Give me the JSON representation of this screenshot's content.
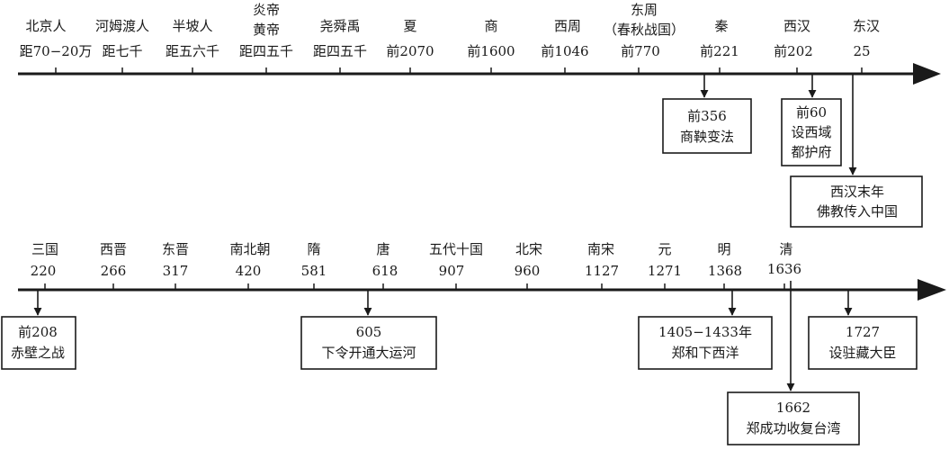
{
  "timeline1": {
    "ticks": [
      {
        "name": "北京人",
        "date": "距70−20万"
      },
      {
        "name": "河姆渡人",
        "date": "距七千"
      },
      {
        "name": "半坡人",
        "date": "距五六千"
      },
      {
        "name": "炎帝",
        "name2": "黄帝",
        "date": "距四五千"
      },
      {
        "name": "尧舜禹",
        "date": "距四五千"
      },
      {
        "name": "夏",
        "date": "前2070"
      },
      {
        "name": "商",
        "date": "前1600"
      },
      {
        "name": "西周",
        "date": "前1046"
      },
      {
        "name": "东周",
        "name2": "（春秋战国）",
        "date": "前770"
      },
      {
        "name": "秦",
        "date": "前221"
      },
      {
        "name": "西汉",
        "date": "前202"
      },
      {
        "name": "东汉",
        "date": "25"
      }
    ],
    "events": [
      {
        "lines": [
          "前356",
          "商鞅变法"
        ]
      },
      {
        "lines": [
          "前60",
          "设西域",
          "都护府"
        ]
      },
      {
        "lines": [
          "西汉末年",
          "佛教传入中国"
        ]
      }
    ]
  },
  "timeline2": {
    "ticks": [
      {
        "name": "三国",
        "date": "220"
      },
      {
        "name": "西晋",
        "date": "266"
      },
      {
        "name": "东晋",
        "date": "317"
      },
      {
        "name": "南北朝",
        "date": "420"
      },
      {
        "name": "隋",
        "date": "581"
      },
      {
        "name": "唐",
        "date": "618"
      },
      {
        "name": "五代十国",
        "date": "907"
      },
      {
        "name": "北宋",
        "date": "960"
      },
      {
        "name": "南宋",
        "date": "1127"
      },
      {
        "name": "元",
        "date": "1271"
      },
      {
        "name": "明",
        "date": "1368"
      },
      {
        "name": "清",
        "date": "1636"
      }
    ],
    "events": [
      {
        "lines": [
          "前208",
          "赤壁之战"
        ]
      },
      {
        "lines": [
          "605",
          "下令开通大运河"
        ]
      },
      {
        "lines": [
          "1405−1433年",
          "郑和下西洋"
        ]
      },
      {
        "lines": [
          "1727",
          "设驻藏大臣"
        ]
      },
      {
        "lines": [
          "1662",
          "郑成功收复台湾"
        ]
      }
    ]
  }
}
